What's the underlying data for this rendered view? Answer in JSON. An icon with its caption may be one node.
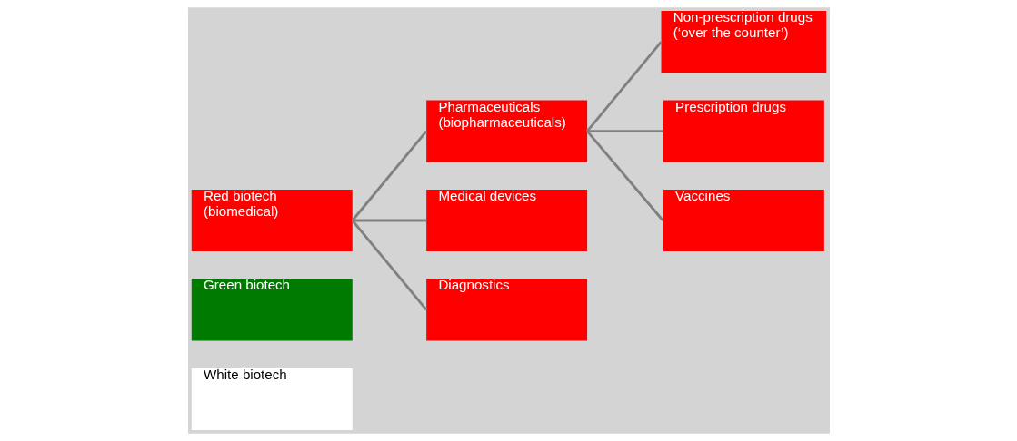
{
  "diagram": {
    "nodes": [
      {
        "text": [
          "Red biotech (biomedical)"
        ]
      },
      {
        "text": [
          "Green biotech"
        ]
      },
      {
        "text": [
          "White biotech"
        ]
      },
      {
        "text": [
          "Pharmaceuticals (biopharmaceuticals)"
        ]
      },
      {
        "text": [
          "Medical devices"
        ]
      },
      {
        "text": [
          "Diagnostics"
        ]
      },
      {
        "text": [
          "Non-prescription drugs (‘over the counter’)"
        ]
      },
      {
        "text": [
          "Prescription drugs"
        ]
      },
      {
        "text": [
          "Vaccines"
        ]
      }
    ],
    "edges": [
      {
        "from": 0,
        "to": 3,
        "arrow": "none"
      },
      {
        "from": 0,
        "to": 4,
        "arrow": "none"
      },
      {
        "from": 0,
        "to": 5,
        "arrow": "none"
      },
      {
        "from": 3,
        "to": 6,
        "arrow": "none"
      },
      {
        "from": 3,
        "to": 7,
        "arrow": "none"
      },
      {
        "from": 3,
        "to": 8,
        "arrow": "none"
      }
    ]
  }
}
